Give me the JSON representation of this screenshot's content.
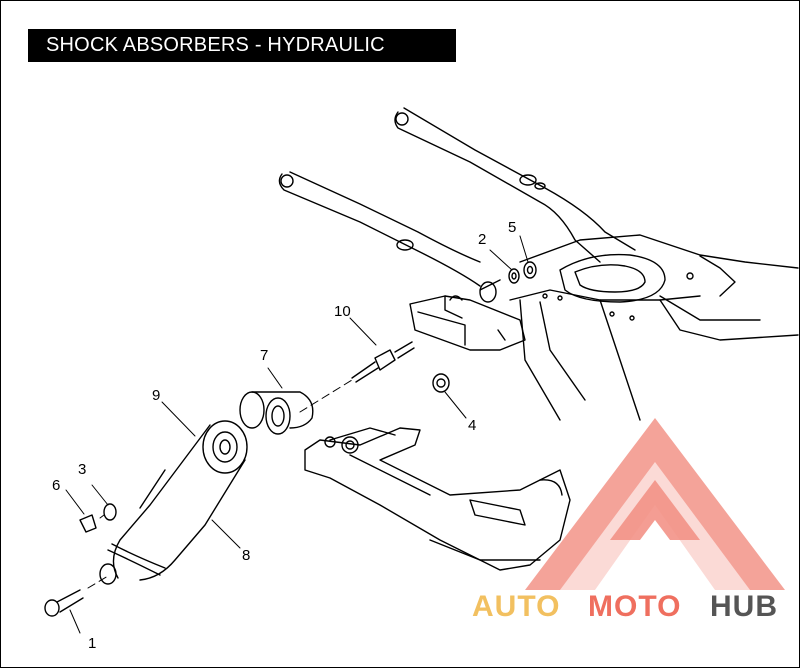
{
  "title": "SHOCK ABSORBERS - HYDRAULIC",
  "callouts": {
    "c1": "1",
    "c2": "2",
    "c3": "3",
    "c4": "4",
    "c5": "5",
    "c6": "6",
    "c7": "7",
    "c8": "8",
    "c9": "9",
    "c10": "10"
  },
  "watermark": {
    "part1": "AUTO",
    "part2": "MOTO",
    "part3": "HUB",
    "color1": "#f2c060",
    "color2": "#ef6f5f",
    "color3": "#555555"
  },
  "colors": {
    "line": "#000000",
    "background": "#ffffff",
    "title_bg": "#000000",
    "title_text": "#ffffff"
  }
}
